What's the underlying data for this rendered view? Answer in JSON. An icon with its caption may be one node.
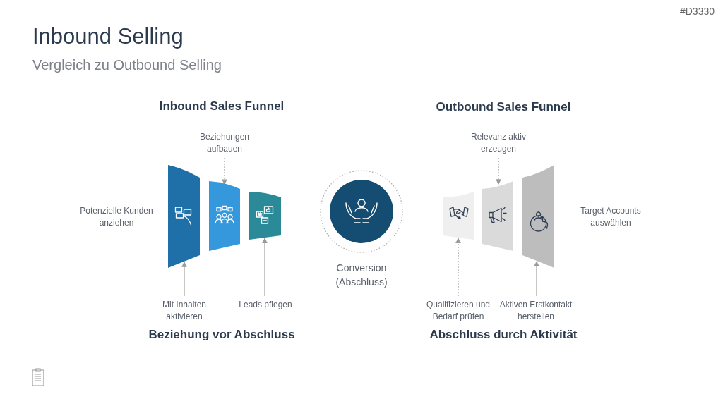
{
  "diagram": {
    "title": "Inbound Selling",
    "nodes": [
      {
        "text": [],
        "shape": "box"
      },
      {
        "text": [],
        "shape": "box"
      },
      {
        "text": [],
        "shape": "box"
      },
      {
        "text": [],
        "shape": "circle",
        "beside": [
          "Conversion (Abschluss)"
        ]
      },
      {
        "text": [],
        "shape": "box"
      },
      {
        "text": [],
        "shape": "box"
      },
      {
        "text": [],
        "shape": "box"
      },
      {
        "text": [
          "Beziehungen aufbauen"
        ]
      },
      {
        "text": [
          "Mit Inhalten aktivieren"
        ]
      },
      {
        "text": [
          "Leads pflegen"
        ]
      },
      {
        "text": [
          "Relevanz aktiv erzeugen"
        ]
      },
      {
        "text": [
          "Qualifizieren und Bedarf prüfen"
        ]
      },
      {
        "text": [
          "Aktiven Erstkontakt herstellen"
        ]
      }
    ],
    "edges": [
      {
        "from": 7,
        "to": 1,
        "arrow": "to",
        "style": "dashed"
      },
      {
        "from": 8,
        "to": 0,
        "arrow": "to"
      },
      {
        "from": 9,
        "to": 2,
        "arrow": "to"
      },
      {
        "from": 10,
        "to": 5,
        "arrow": "to",
        "style": "dashed"
      },
      {
        "from": 11,
        "to": 4,
        "arrow": "to",
        "style": "dashed"
      },
      {
        "from": 12,
        "to": 6,
        "arrow": "to"
      }
    ],
    "labels": [
      "#D3330",
      "Vergleich zu Outbound Selling",
      "Inbound Sales Funnel",
      "Outbound Sales Funnel",
      "Potenzielle Kunden anziehen",
      "Target Accounts auswählen",
      "Beziehung vor Abschluss",
      "Abschluss durch Aktivität"
    ]
  }
}
